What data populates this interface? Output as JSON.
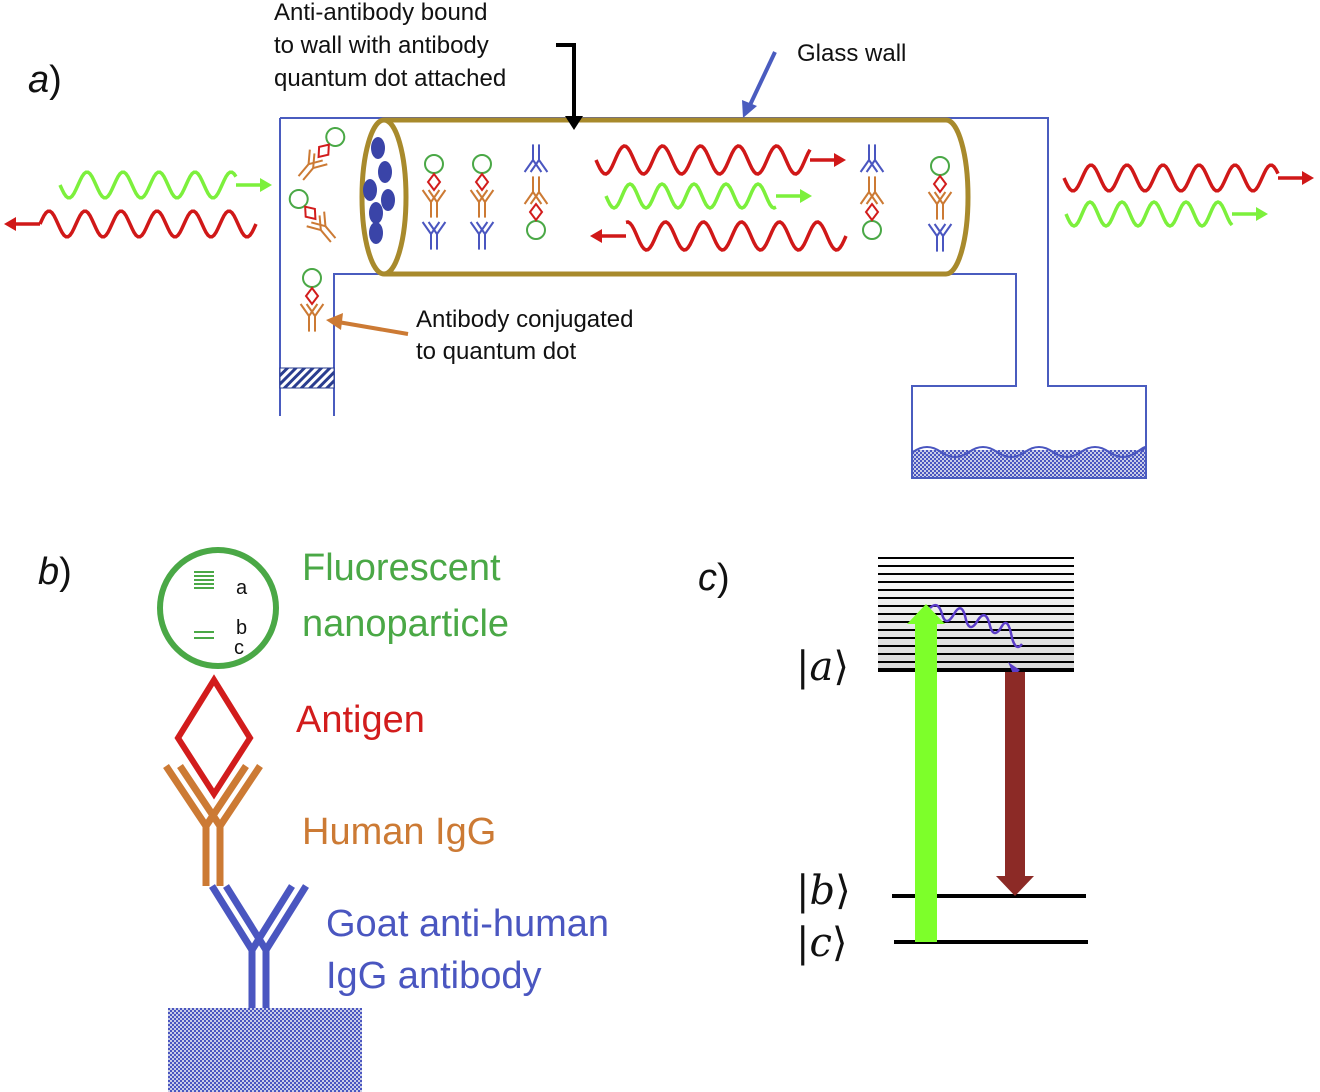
{
  "panels": {
    "a": "a",
    "b": "b",
    "c": "c",
    "paren": ")"
  },
  "panel_a": {
    "anti_antibody_label": [
      "Anti-antibody bound",
      "to wall with antibody",
      "quantum dot attached"
    ],
    "glass_wall_label": "Glass wall",
    "conjugated_label": [
      "Antibody conjugated",
      "to quantum dot"
    ]
  },
  "panel_b": {
    "nanoparticle_label": [
      "Fluorescent",
      "nanoparticle"
    ],
    "nanoparticle_levels": [
      "a",
      "b",
      "c"
    ],
    "antigen_label": "Antigen",
    "human_igg_label": "Human IgG",
    "goat_label": [
      "Goat anti-human",
      "IgG antibody"
    ]
  },
  "panel_c": {
    "level_a": "a",
    "level_b": "b",
    "level_c": "c",
    "bra": "|",
    "ket": "⟩"
  },
  "colors": {
    "wave_red": "#d01818",
    "wave_green": "#7cf03c",
    "glass_blue": "#4a5cbf",
    "tube_gold": "#a88a2c",
    "np_green": "#4aa846",
    "antigen_red": "#d21c1c",
    "igg_orange": "#cc7a34",
    "goat_blue": "#4a56c0",
    "arrow_green": "#7dff2a",
    "arrow_darkred": "#8c2a26",
    "relax_purple": "#5a3cc8"
  }
}
